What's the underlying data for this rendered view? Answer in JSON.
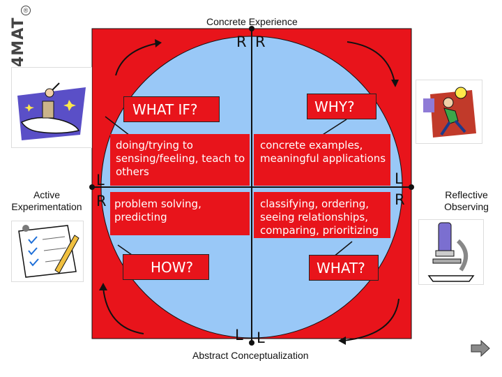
{
  "logo": {
    "text": "4MAT",
    "registered": "®"
  },
  "axes": {
    "top": "Concrete Experience",
    "bottom": "Abstract Conceptualization",
    "left": "Active Experimentation",
    "right": "Reflective Observing"
  },
  "markers": {
    "top_r1": "R",
    "top_r2": "R",
    "bottom_l1": "L",
    "bottom_l2": "L",
    "left_l": "L",
    "left_r": "R",
    "right_l": "L",
    "right_r": "R"
  },
  "questions": {
    "what_if": "WHAT IF?",
    "why": "WHY?",
    "how": "HOW?",
    "what": "WHAT?"
  },
  "quadrants": {
    "upper_left": "doing/trying to sensing/feeling, teach to others",
    "upper_right": "concrete examples, meaningful applications",
    "lower_left": "problem solving, predicting",
    "lower_right": "classifying, ordering, seeing relationships, comparing, prioritizing"
  },
  "colors": {
    "red": "#e8141b",
    "blue": "#99c8f7",
    "frame": "#111111"
  },
  "icons": [
    "flying-person-icon",
    "running-person-icon",
    "checklist-icon",
    "microscope-icon",
    "next-arrow-icon"
  ]
}
